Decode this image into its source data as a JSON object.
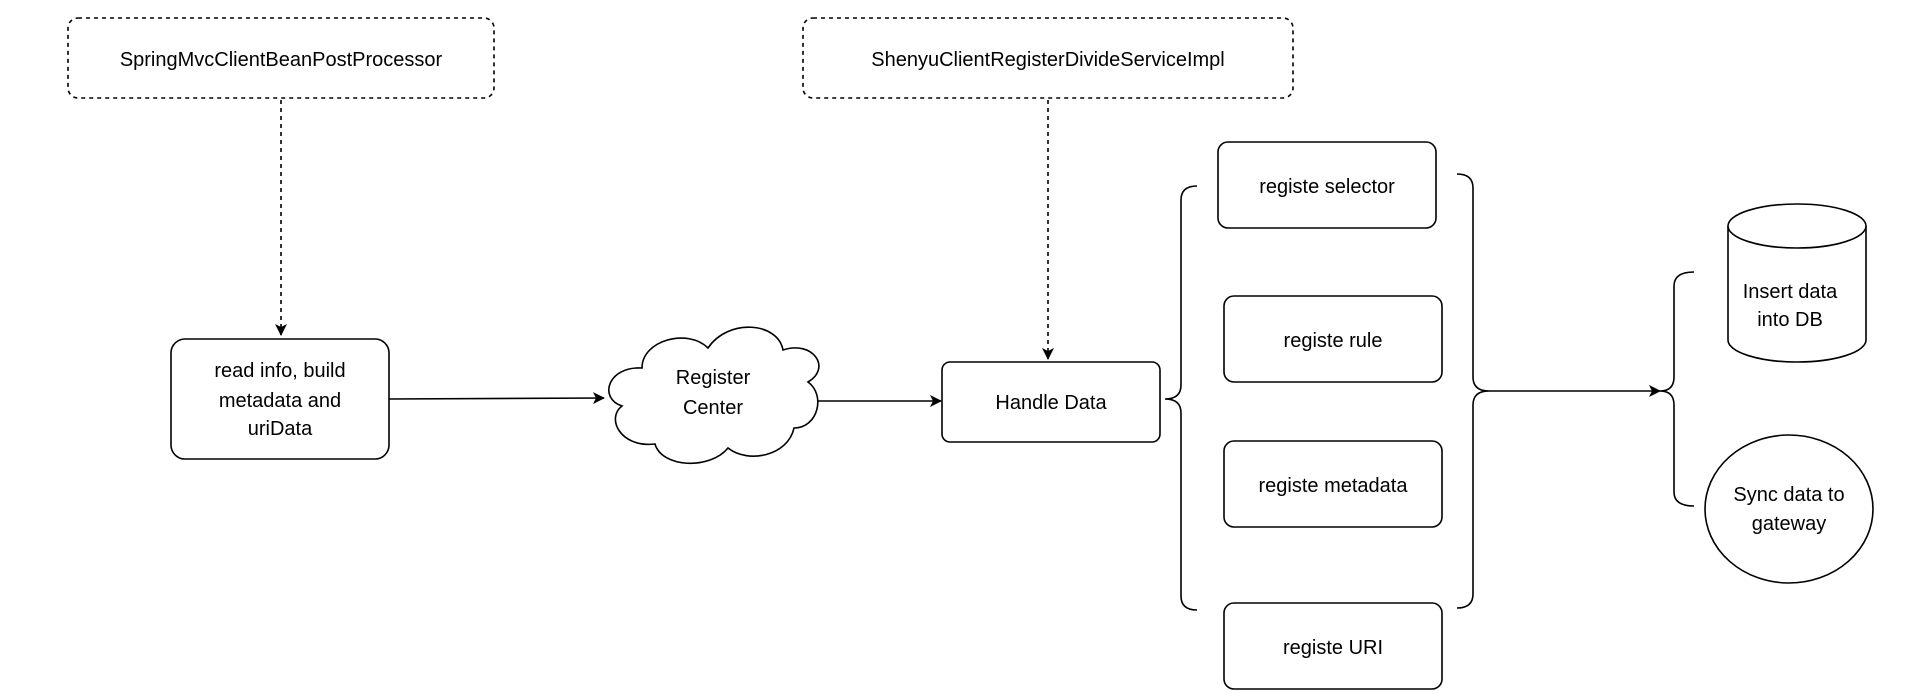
{
  "nodes": {
    "spring_processor": {
      "label": "SpringMvcClientBeanPostProcessor"
    },
    "shenyu_impl": {
      "label": "ShenyuClientRegisterDivideServiceImpl"
    },
    "read_info": {
      "lines": [
        "read info, build",
        "metadata and",
        "uriData"
      ]
    },
    "register_center": {
      "lines": [
        "Register",
        "Center"
      ]
    },
    "handle_data": {
      "label": "Handle Data"
    },
    "registe_selector": {
      "label": "registe selector"
    },
    "registe_rule": {
      "label": "registe rule"
    },
    "registe_metadata": {
      "label": "registe metadata"
    },
    "registe_uri": {
      "label": "registe URI"
    },
    "insert_db": {
      "lines": [
        "Insert data",
        "into DB"
      ]
    },
    "sync_gateway": {
      "lines": [
        "Sync data to",
        "gateway"
      ]
    }
  },
  "colors": {
    "stroke": "#000000",
    "fill": "#ffffff",
    "text": "#000000"
  }
}
